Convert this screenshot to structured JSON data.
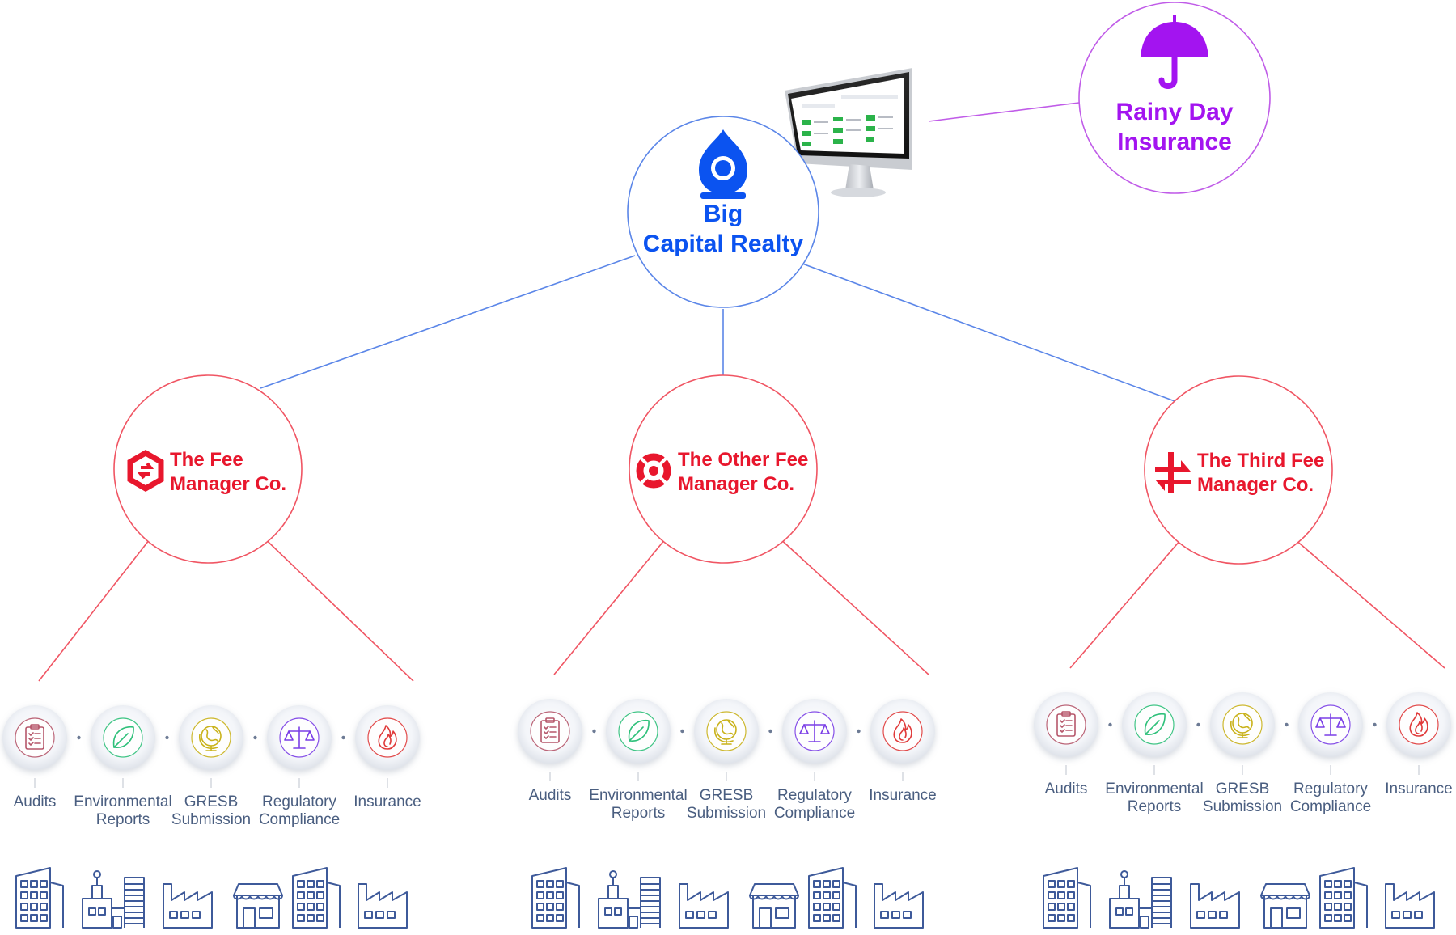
{
  "root": {
    "name_lines": [
      "Big",
      "Capital Realty"
    ],
    "color": "#0b53f0",
    "link_color": "#5b86e8",
    "icon": "building-drop-logo-icon"
  },
  "partner": {
    "name_lines": [
      "Rainy Day",
      "Insurance"
    ],
    "color": "#a314f0",
    "link_color": "#c05ce8",
    "icon": "umbrella-icon"
  },
  "monitor": {
    "icon": "dashboard-monitor-icon"
  },
  "managers": [
    {
      "name_lines": [
        "The Fee",
        "Manager Co."
      ],
      "icon": "hexagon-arrows-logo-icon"
    },
    {
      "name_lines": [
        "The Other Fee",
        "Manager Co."
      ],
      "icon": "lifebuoy-logo-icon"
    },
    {
      "name_lines": [
        "The Third Fee",
        "Manager Co."
      ],
      "icon": "swap-arrows-logo-icon"
    }
  ],
  "manager_color": "#e8172d",
  "manager_link_color": "#f05563",
  "services": [
    {
      "label_lines": [
        "Audits"
      ],
      "icon": "clipboard-checklist-icon",
      "color": "#b5566a"
    },
    {
      "label_lines": [
        "Environmental",
        "Reports"
      ],
      "icon": "leaf-icon",
      "color": "#2ec07a"
    },
    {
      "label_lines": [
        "GRESB",
        "Submission"
      ],
      "icon": "globe-icon",
      "color": "#c9b21a"
    },
    {
      "label_lines": [
        "Regulatory",
        "Compliance"
      ],
      "icon": "balance-scale-icon",
      "color": "#7a3ee6"
    },
    {
      "label_lines": [
        "Insurance"
      ],
      "icon": "flame-icon",
      "color": "#e03a3a"
    }
  ],
  "properties": [
    {
      "icon": "office-building-icon"
    },
    {
      "icon": "tower-antenna-building-icon"
    },
    {
      "icon": "factory-icon"
    },
    {
      "icon": "storefront-icon"
    },
    {
      "icon": "office-building-icon"
    },
    {
      "icon": "factory-icon"
    }
  ],
  "property_color": "#3e5a9a",
  "service_line_color": "#c8cdd6"
}
